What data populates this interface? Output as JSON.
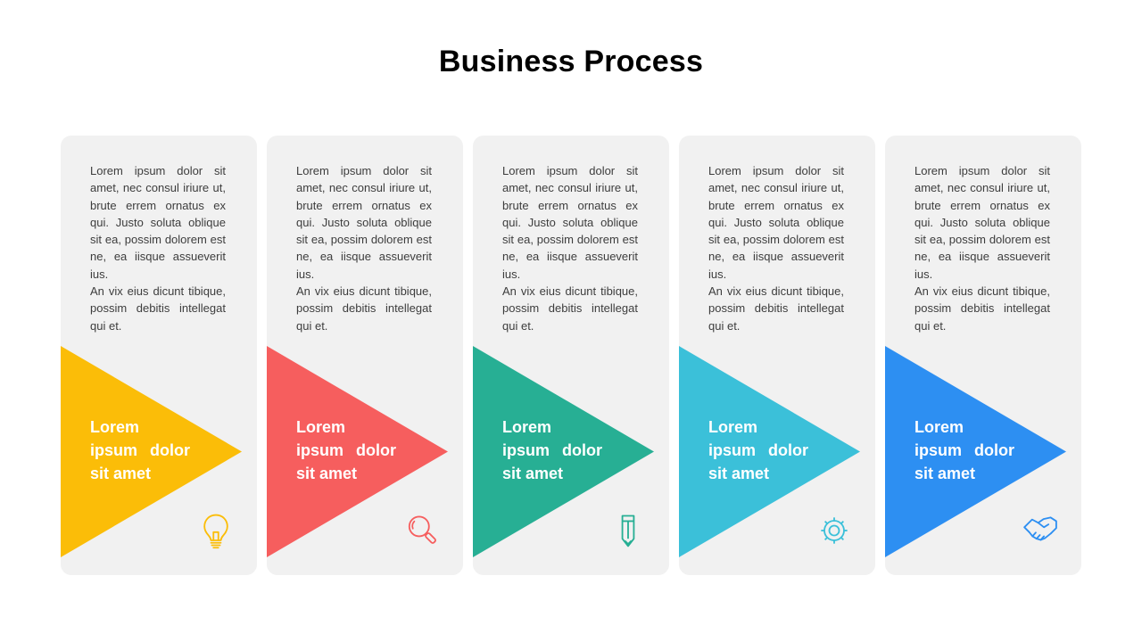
{
  "title": "Business Process",
  "colors": {
    "page_bg": "#FFFFFF",
    "card_bg": "#F1F1F1",
    "title_text": "#000000",
    "body_text": "#3D3D3D",
    "label_text": "#FFFFFF"
  },
  "cards": [
    {
      "icon": "lightbulb-icon",
      "color": "#FBBD08",
      "body": "Lorem ipsum dolor sit amet, nec consul iriure ut, brute errem ornatus ex qui. Justo soluta oblique sit ea, possim dolorem est ne, ea iisque assueverit ius.\nAn vix eius dicunt tibique, possim debitis intellegat qui et.",
      "label": "Lorem ipsum dolor sit amet"
    },
    {
      "icon": "search-icon",
      "color": "#F65E5E",
      "body": "Lorem ipsum dolor sit amet, nec consul iriure ut, brute errem ornatus ex qui. Justo soluta oblique sit ea, possim dolorem est ne, ea iisque assueverit ius.\nAn vix eius dicunt tibique, possim debitis intellegat qui et.",
      "label": "Lorem ipsum dolor sit amet"
    },
    {
      "icon": "pencil-icon",
      "color": "#27AF94",
      "body": "Lorem ipsum dolor sit amet, nec consul iriure ut, brute errem ornatus ex qui. Justo soluta oblique sit ea, possim dolorem est ne, ea iisque assueverit ius.\nAn vix eius dicunt tibique, possim debitis intellegat qui et.",
      "label": "Lorem ipsum dolor sit amet"
    },
    {
      "icon": "gear-icon",
      "color": "#3BC0D9",
      "body": "Lorem ipsum dolor sit amet, nec consul iriure ut, brute errem ornatus ex qui. Justo soluta oblique sit ea, possim dolorem est ne, ea iisque assueverit ius.\nAn vix eius dicunt tibique, possim debitis intellegat qui et.",
      "label": "Lorem ipsum dolor sit amet"
    },
    {
      "icon": "handshake-icon",
      "color": "#2D8FF2",
      "body": "Lorem ipsum dolor sit amet, nec consul iriure ut, brute errem ornatus ex qui. Justo soluta oblique sit ea, possim dolorem est ne, ea iisque assueverit ius.\nAn vix eius dicunt tibique, possim debitis intellegat qui et.",
      "label": "Lorem ipsum dolor sit amet"
    }
  ]
}
